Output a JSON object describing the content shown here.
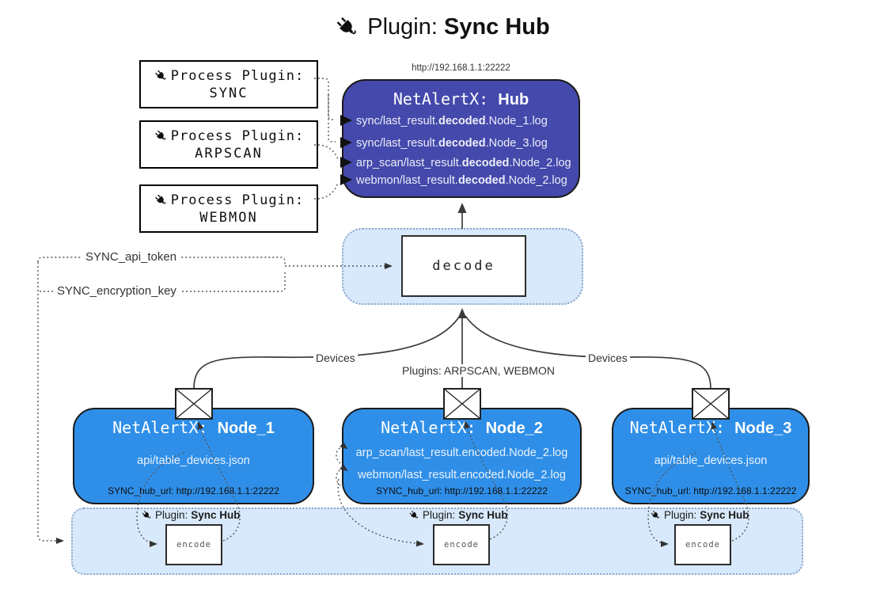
{
  "title": {
    "prefix": "Plugin:",
    "name": "Sync Hub"
  },
  "hub": {
    "url_above": "http://192.168.1.1:22222",
    "title_prefix": "NetAlertX:",
    "title_name": "Hub",
    "rows": [
      {
        "pre": "sync/last_result.",
        "bold": "decoded",
        "post": ".Node_1.log"
      },
      {
        "pre": "sync/last_result.",
        "bold": "decoded",
        "post": ".Node_3.log"
      },
      {
        "pre": "arp_scan/last_result.",
        "bold": "decoded",
        "post": ".Node_2.log"
      },
      {
        "pre": "webmon/last_result.",
        "bold": "decoded",
        "post": ".Node_2.log"
      }
    ]
  },
  "process_plugins": [
    {
      "label": "Process Plugin:",
      "name": "SYNC"
    },
    {
      "label": "Process Plugin:",
      "name": "ARPSCAN"
    },
    {
      "label": "Process Plugin:",
      "name": "WEBMON"
    }
  ],
  "decode": {
    "label": "decode"
  },
  "tokens": {
    "api_token": "SYNC_api_token",
    "encryption_key": "SYNC_encryption_key"
  },
  "edges": {
    "devices_left": "Devices",
    "plugins_middle": "Plugins: ARPSCAN, WEBMON",
    "devices_right": "Devices"
  },
  "nodes": [
    {
      "title_prefix": "NetAlertX:",
      "title_name": "Node_1",
      "rows": [
        "api/table_devices.json"
      ],
      "hub_url": "SYNC_hub_url: http://192.168.1.1:22222"
    },
    {
      "title_prefix": "NetAlertX:",
      "title_name": "Node_2",
      "rows": [
        "arp_scan/last_result.encoded.Node_2.log",
        "webmon/last_result.encoded.Node_2.log"
      ],
      "hub_url": "SYNC_hub_url: http://192.168.1.1:22222"
    },
    {
      "title_prefix": "NetAlertX:",
      "title_name": "Node_3",
      "rows": [
        "api/table_devices.json"
      ],
      "hub_url": "SYNC_hub_url: http://192.168.1.1:22222"
    }
  ],
  "encoders": [
    {
      "prefix": "Plugin:",
      "name": "Sync Hub",
      "box_label": "encode"
    },
    {
      "prefix": "Plugin:",
      "name": "Sync Hub",
      "box_label": "encode"
    },
    {
      "prefix": "Plugin:",
      "name": "Sync Hub",
      "box_label": "encode"
    }
  ],
  "colors": {
    "hub_fill": "#4449ab",
    "node_fill": "#2f8fe8",
    "panel_fill": "#d8e9fb",
    "panel_border": "#8ba6c9",
    "ink": "#1a1a1a"
  }
}
